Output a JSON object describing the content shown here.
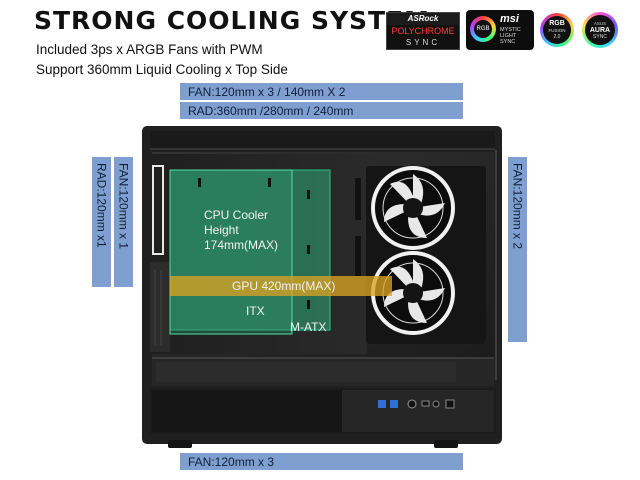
{
  "header": {
    "title": "STRONG COOLING SYSTEM",
    "line1": "Included 3ps x ARGB Fans with PWM",
    "line2": "Support 360mm Liquid Cooling x Top Side"
  },
  "logos": {
    "asrock_brand": "ASRock",
    "asrock_line1": "POLYCHROME",
    "asrock_line2": "SYNC",
    "msi_badge": "RGB",
    "msi_brand": "msi",
    "msi_line1": "MYSTIC",
    "msi_line2": "LIGHT",
    "msi_line3": "SYNC",
    "gigabyte_line1": "RGB",
    "gigabyte_line2": "FUSION",
    "gigabyte_line3": "2.0",
    "asus_brand": "ASUS",
    "asus_line1": "AURA",
    "asus_line2": "SYNC"
  },
  "labels": {
    "top_fan": "FAN:120mm x 3 / 140mm X 2",
    "top_rad": "RAD:360mm /280mm / 240mm",
    "left_fan": "FAN:120mm x 1",
    "left_rad": "RAD:120mm x1",
    "right_fan": "FAN:120mm x 2",
    "bottom_fan": "FAN:120mm x 3"
  },
  "overlays": {
    "cpu_line1": "CPU Cooler",
    "cpu_line2": "Height",
    "cpu_line3": "174mm(MAX)",
    "gpu": "GPU 420mm(MAX)",
    "itx": "ITX",
    "matx": "M-ATX"
  },
  "colors": {
    "label_bar": "#7f9fd0",
    "case_body": "#2b2b2b",
    "board_zone": "#2e9b74",
    "gpu_zone": "#d8a322"
  }
}
